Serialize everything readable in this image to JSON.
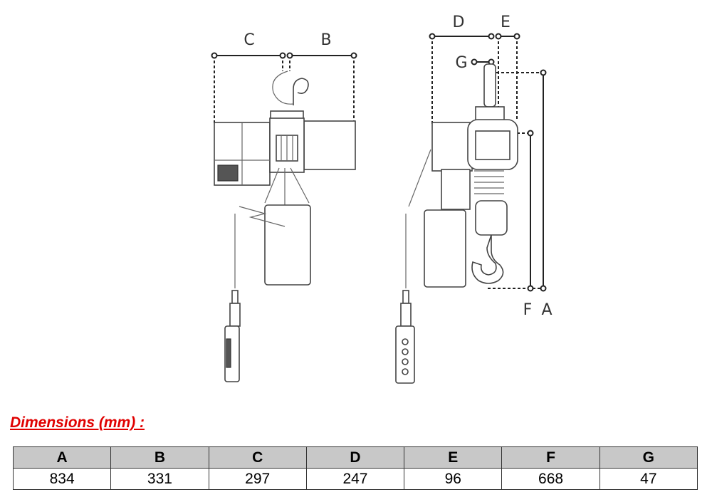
{
  "drawing": {
    "labels": {
      "C": "C",
      "B": "B",
      "D": "D",
      "E": "E",
      "G": "G",
      "F": "F",
      "A": "A"
    }
  },
  "section": {
    "title": "Dimensions (mm) :"
  },
  "table": {
    "headers": [
      "A",
      "B",
      "C",
      "D",
      "E",
      "F",
      "G"
    ],
    "values": [
      "834",
      "331",
      "297",
      "247",
      "96",
      "668",
      "47"
    ]
  }
}
